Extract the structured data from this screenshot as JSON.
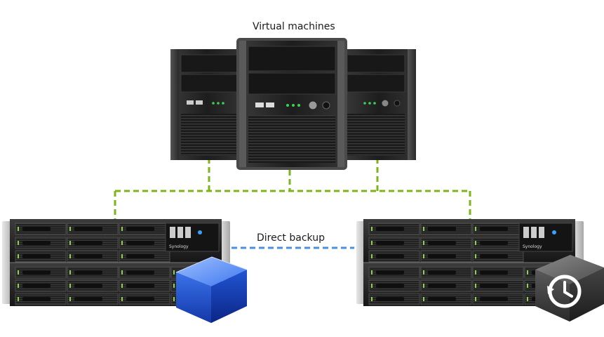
{
  "diagram": {
    "title": "Virtual machines",
    "backup_label": "Direct backup",
    "rack_brand": "Synology"
  },
  "colors": {
    "vm_link": "#7cb51b",
    "backup_link": "#4a90e2",
    "server_body": "#2b2b2b",
    "rack_body": "#1f1f1f",
    "cube_blue": "#2d64e0",
    "cube_gray": "#4a4a4a"
  },
  "icons": {
    "left_rack_badge": "blue-cube-icon",
    "right_rack_badge": "time-backup-icon"
  }
}
